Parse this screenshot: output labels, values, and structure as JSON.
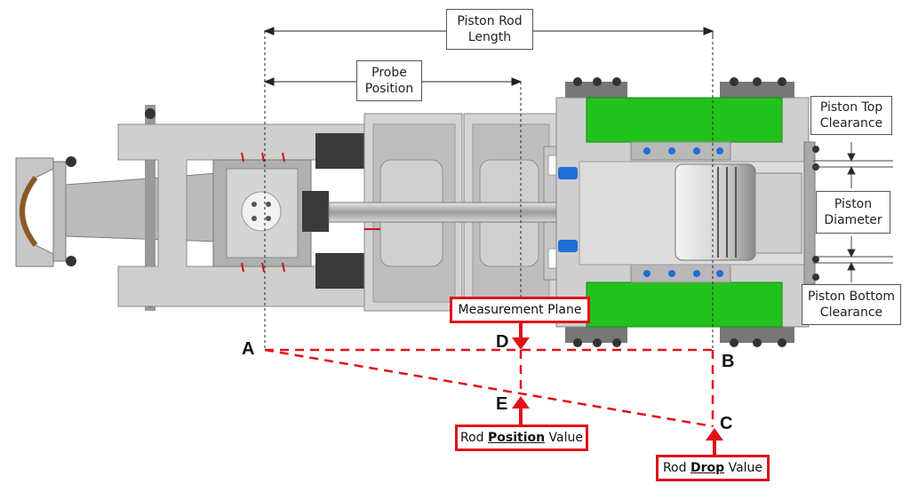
{
  "labels": {
    "piston_rod_length": [
      "Piston Rod",
      "Length"
    ],
    "probe_position": [
      "Probe",
      "Position"
    ],
    "piston_top_clearance": [
      "Piston Top",
      "Clearance"
    ],
    "piston_diameter": [
      "Piston",
      "Diameter"
    ],
    "piston_bottom_clearance": [
      "Piston Bottom",
      "Clearance"
    ],
    "measurement_plane": "Measurement Plane",
    "rod_position_value": {
      "pre": "Rod ",
      "emph": "Position",
      "post": " Value"
    },
    "rod_drop_value": {
      "pre": "Rod ",
      "emph": "Drop",
      "post": " Value"
    }
  },
  "points": {
    "a": "A",
    "b": "B",
    "c": "C",
    "d": "D",
    "e": "E"
  },
  "colors": {
    "accent_red": "#e0101a",
    "cylinder_green": "#22c21c",
    "body_gray": "#c9c9c9",
    "dark_gray": "#4a4a4a",
    "port_blue": "#1e6fd8"
  }
}
